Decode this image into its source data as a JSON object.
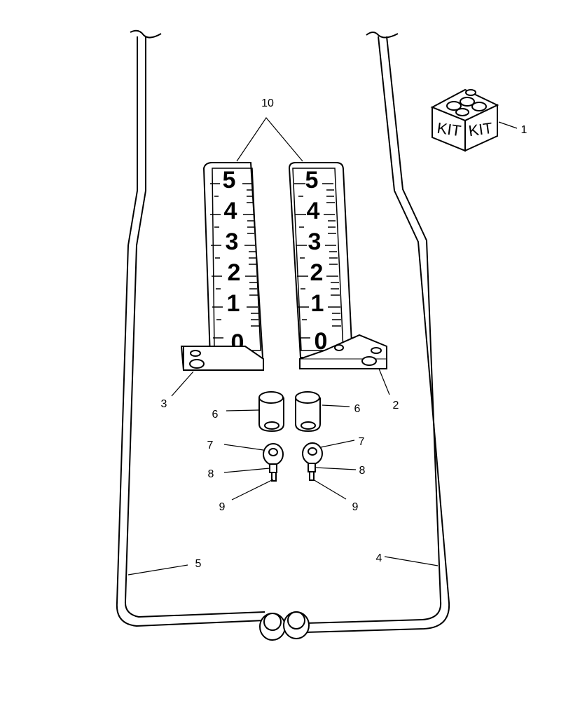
{
  "callouts": {
    "c1": "1",
    "c2": "2",
    "c3": "3",
    "c4": "4",
    "c5": "5",
    "c6a": "6",
    "c6b": "6",
    "c7a": "7",
    "c7b": "7",
    "c8a": "8",
    "c8b": "8",
    "c9a": "9",
    "c9b": "9",
    "c10": "10"
  },
  "scale_digits": [
    "5",
    "4",
    "3",
    "2",
    "1",
    "0"
  ],
  "kit_box": {
    "left_face": "KIT",
    "right_face": "KIT"
  }
}
